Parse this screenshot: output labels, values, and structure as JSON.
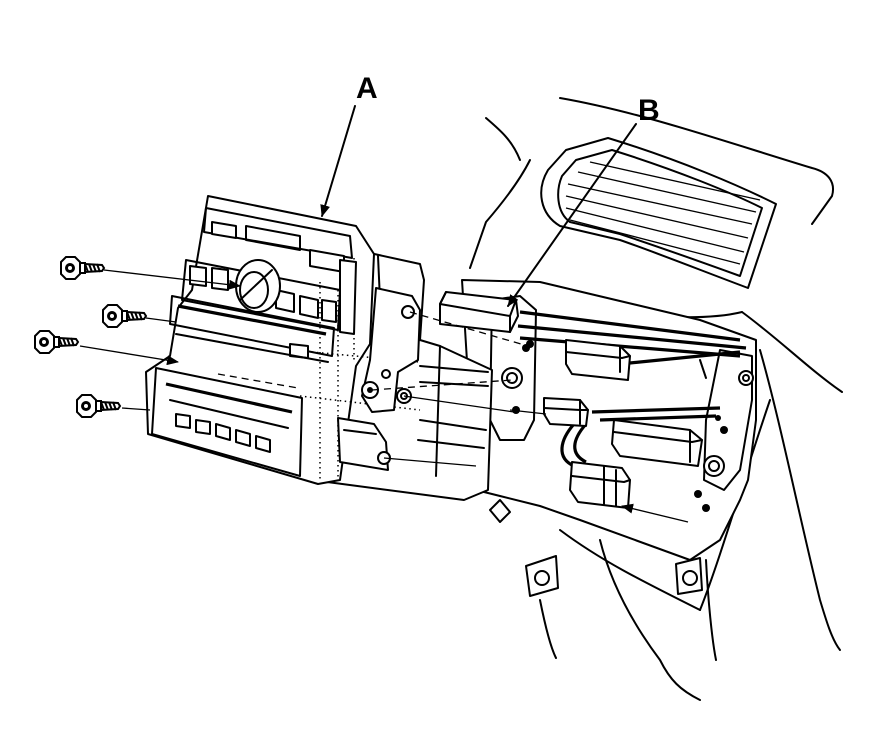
{
  "callouts": [
    {
      "id": "A",
      "text": "A"
    },
    {
      "id": "B",
      "text": "B"
    }
  ]
}
